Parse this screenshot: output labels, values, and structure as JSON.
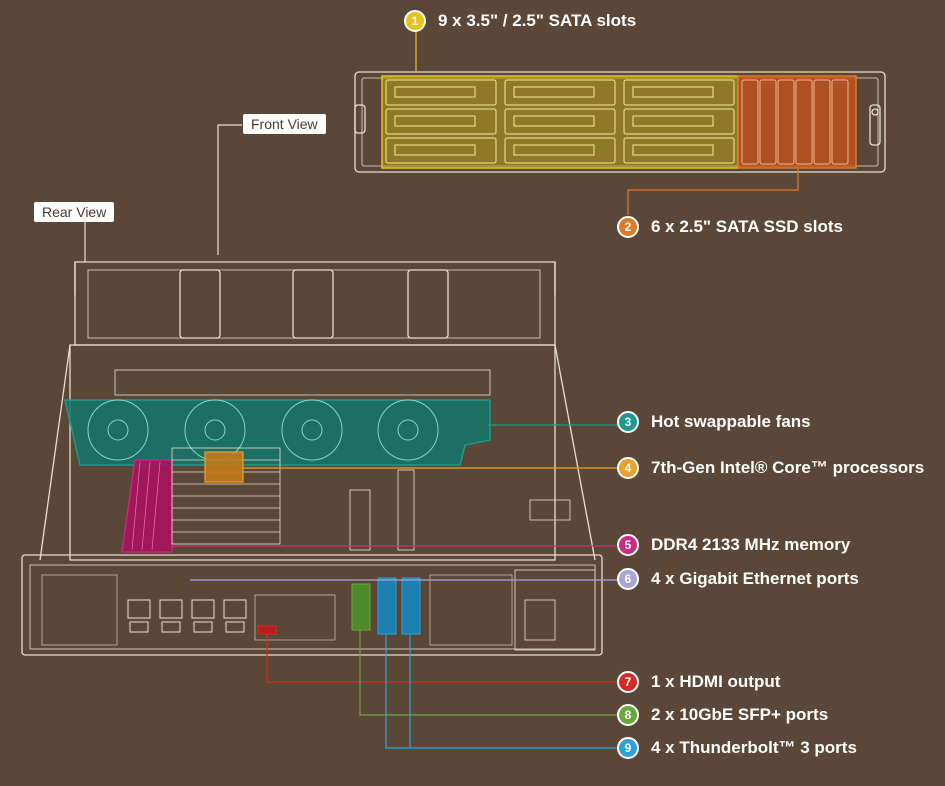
{
  "labels": {
    "front_view": "Front View",
    "rear_view": "Rear View"
  },
  "callouts": [
    {
      "num": "1",
      "text": "9 x 3.5\" / 2.5\" SATA slots",
      "color": "#e8c21e"
    },
    {
      "num": "2",
      "text": "6 x 2.5\" SATA SSD slots",
      "color": "#e07a28"
    },
    {
      "num": "3",
      "text": "Hot swappable fans",
      "color": "#1e9a8a"
    },
    {
      "num": "4",
      "text": "7th-Gen Intel® Core™ processors",
      "color": "#e6a22a"
    },
    {
      "num": "5",
      "text": "DDR4 2133 MHz memory",
      "color": "#cc2a84"
    },
    {
      "num": "6",
      "text": "4 x Gigabit Ethernet ports",
      "color": "#a8a4d8"
    },
    {
      "num": "7",
      "text": "1 x HDMI output",
      "color": "#d42a26"
    },
    {
      "num": "8",
      "text": "2 x 10GbE SFP+ ports",
      "color": "#6aa83e"
    },
    {
      "num": "9",
      "text": "4 x Thunderbolt™ 3 ports",
      "color": "#2ea2d8"
    }
  ]
}
